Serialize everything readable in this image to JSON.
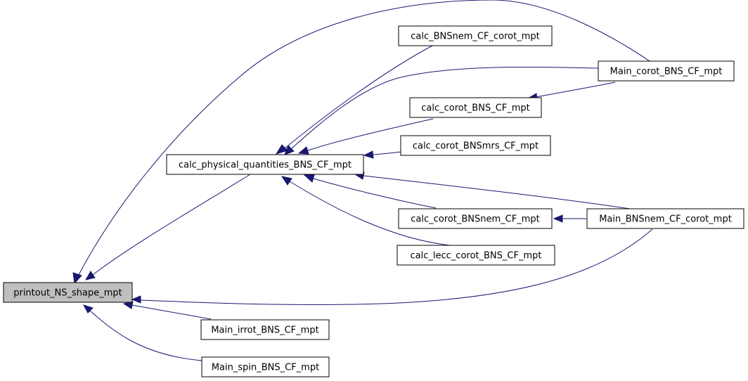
{
  "colors": {
    "edge": "#191970",
    "root_fill": "#bfbfbf",
    "node_fill": "#ffffff"
  },
  "nodes": {
    "printout": "printout_NS_shape_mpt",
    "calc_phys": "calc_physical_quantities_BNS_CF_mpt",
    "bnsnem_corot": "calc_BNSnem_CF_corot_mpt",
    "main_corot": "Main_corot_BNS_CF_mpt",
    "calc_corot": "calc_corot_BNS_CF_mpt",
    "calc_bnsmrs": "calc_corot_BNSmrs_CF_mpt",
    "calc_corot_bnsnem": "calc_corot_BNSnem_CF_mpt",
    "main_bnsnem": "Main_BNSnem_CF_corot_mpt",
    "calc_lecc": "calc_lecc_corot_BNS_CF_mpt",
    "main_irrot": "Main_irrot_BNS_CF_mpt",
    "main_spin": "Main_spin_BNS_CF_mpt"
  }
}
